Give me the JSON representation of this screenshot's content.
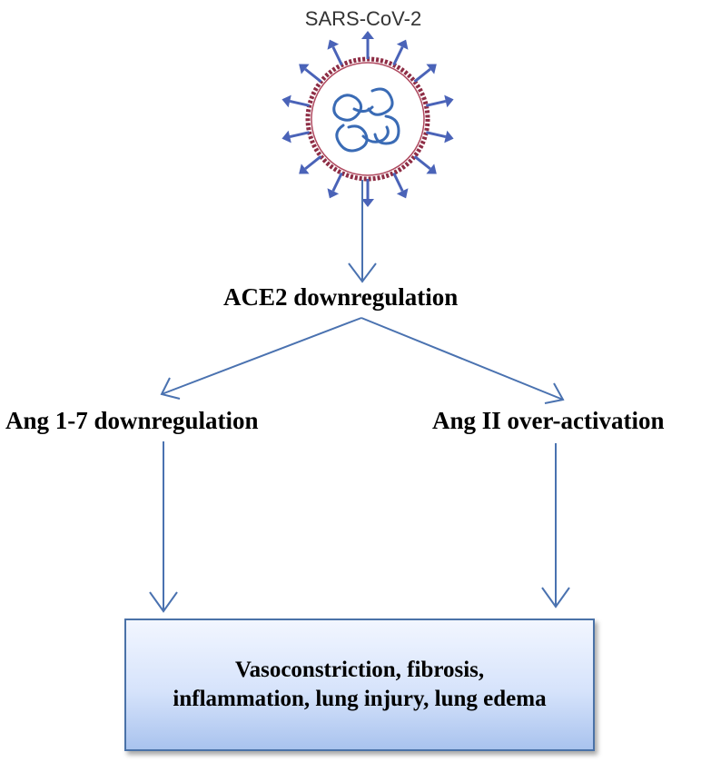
{
  "virus": {
    "label": "SARS-CoV-2",
    "icon": "coronavirus-icon",
    "colors": {
      "spike": "#4a63b8",
      "membrane": "#8e2d45",
      "rna": "#3a6bb5"
    }
  },
  "nodes": {
    "ace2": "ACE2 downregulation",
    "ang17": "Ang 1-7 downregulation",
    "angii": "Ang II over-activation",
    "outcome": "Vasoconstriction, fibrosis, inflammation, lung injury, lung edema"
  },
  "colors": {
    "arrow": "#4a72b0",
    "box_border": "#4a72a8",
    "box_fill_top": "#f2f6ff",
    "box_fill_bottom": "#a9c3ee"
  }
}
